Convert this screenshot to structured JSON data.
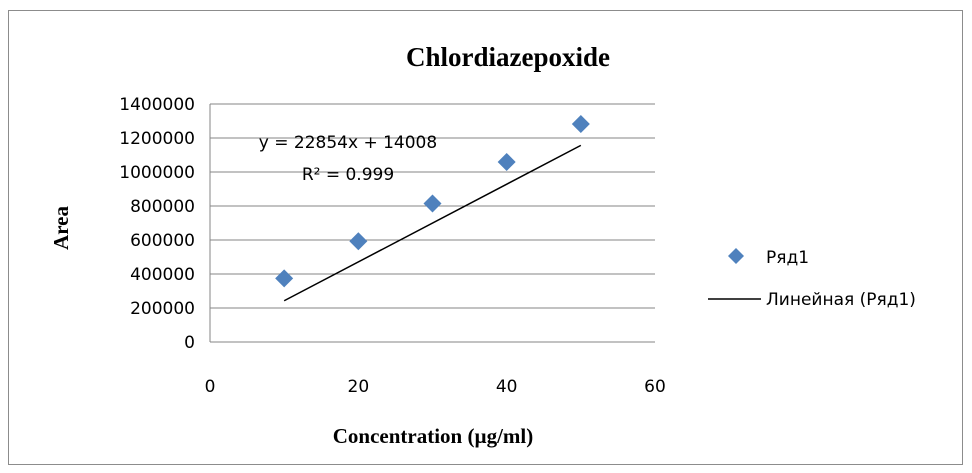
{
  "chart_data": {
    "type": "scatter",
    "title": "Chlordiazepoxide",
    "xlabel": "Concentration (µg/ml)",
    "ylabel": "Area",
    "xlim": [
      0,
      60
    ],
    "ylim": [
      0,
      1400000
    ],
    "x_ticks": [
      "0",
      "20",
      "40",
      "60"
    ],
    "y_ticks": [
      "0",
      "200000",
      "400000",
      "600000",
      "800000",
      "1000000",
      "1200000",
      "1400000"
    ],
    "grid": true,
    "legend_position": "right",
    "series": [
      {
        "name": "Ряд1",
        "marker": "diamond",
        "color": "#4f81bd",
        "x": [
          10,
          20,
          30,
          40,
          50
        ],
        "y": [
          374000,
          593000,
          815000,
          1059000,
          1282000
        ]
      }
    ],
    "trendline": {
      "name": "Линейная (Ряд1)",
      "color": "#000000",
      "slope": 22854,
      "intercept": 14008,
      "x_range": [
        10,
        50
      ],
      "equation": "y = 22854x + 14008",
      "r_squared": "R² = 0.999"
    }
  }
}
